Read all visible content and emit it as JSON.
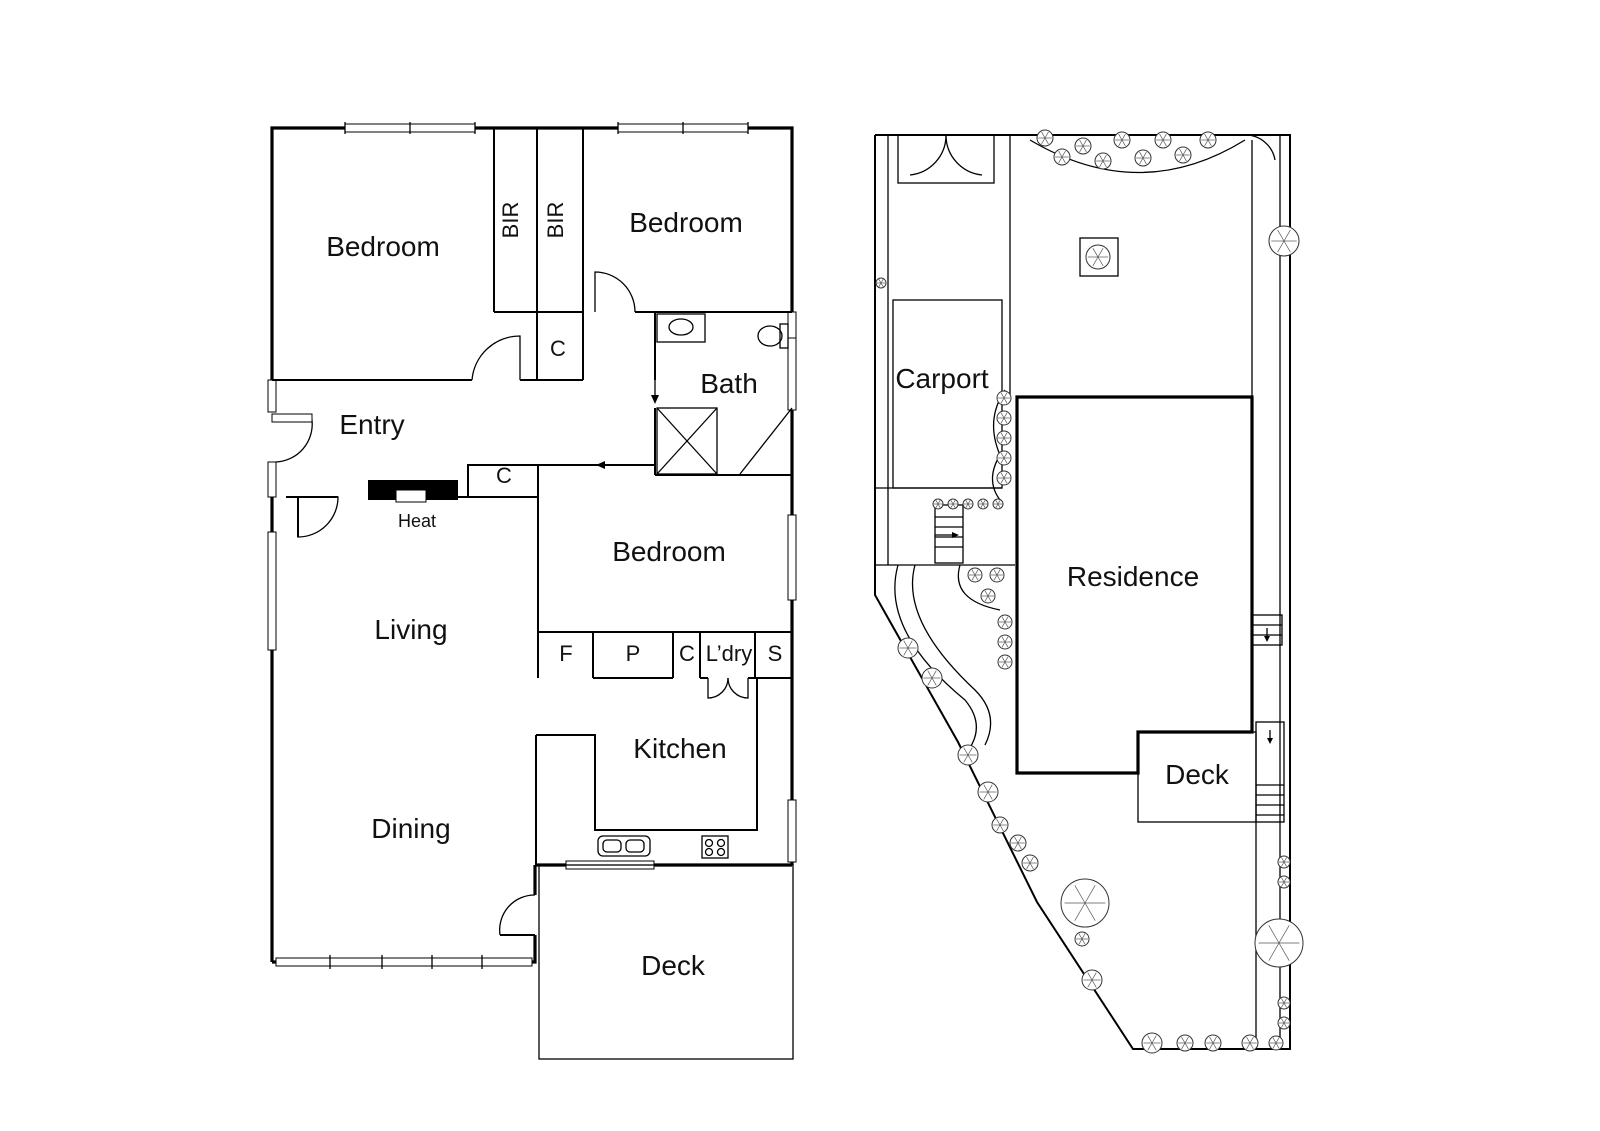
{
  "floor_plan": {
    "rooms": {
      "bedroom_1": "Bedroom",
      "bedroom_2": "Bedroom",
      "bedroom_3": "Bedroom",
      "bir_1": "BIR",
      "bir_2": "BIR",
      "cupboard_1": "C",
      "cupboard_2": "C",
      "cupboard_3": "C",
      "bath": "Bath",
      "entry": "Entry",
      "heat": "Heat",
      "living": "Living",
      "dining": "Dining",
      "kitchen": "Kitchen",
      "fridge": "F",
      "pantry": "P",
      "laundry": "L’dry",
      "store": "S",
      "deck": "Deck"
    }
  },
  "site_plan": {
    "labels": {
      "carport": "Carport",
      "residence": "Residence",
      "deck": "Deck"
    }
  },
  "colors": {
    "line": "#000000",
    "background": "#ffffff",
    "fill_heater": "#000000"
  }
}
